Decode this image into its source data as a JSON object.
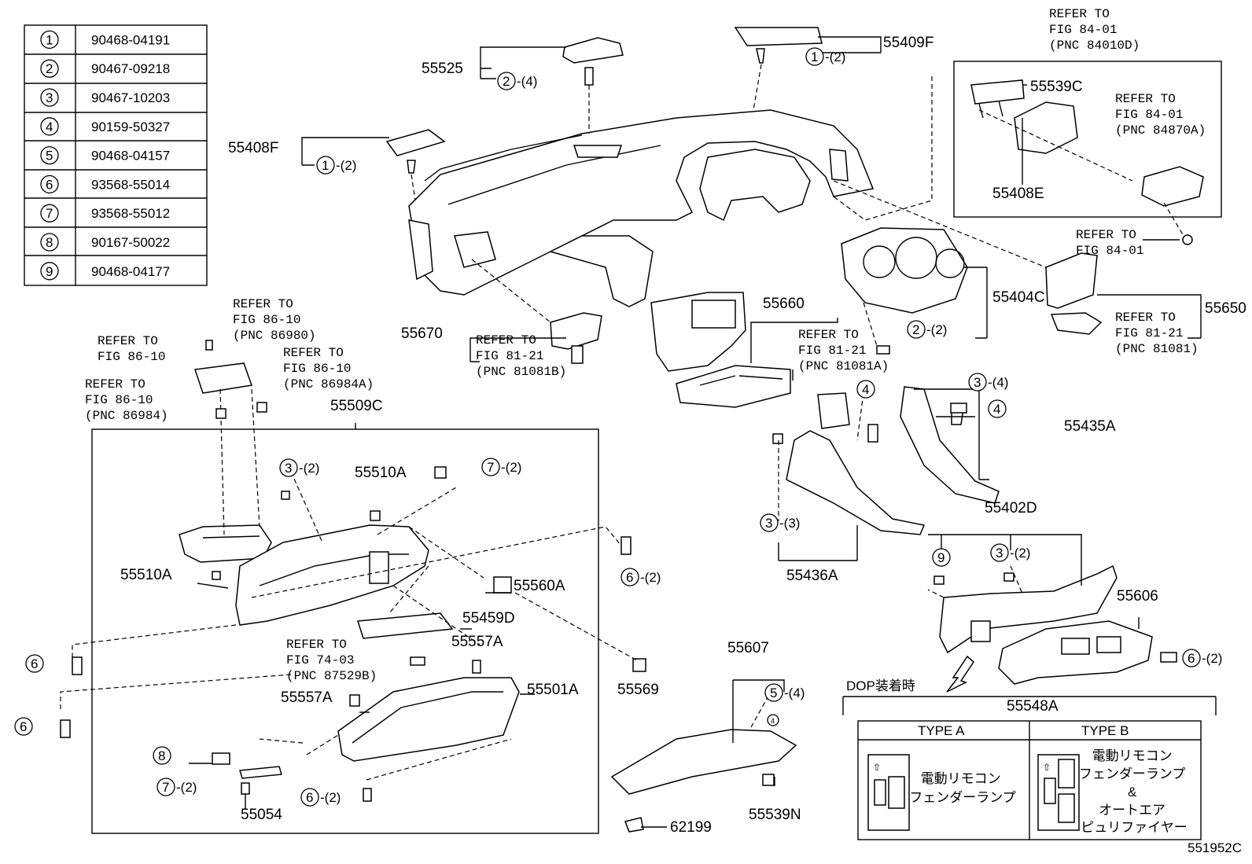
{
  "legend": [
    {
      "num": "1",
      "code": "90468-04191"
    },
    {
      "num": "2",
      "code": "90467-09218"
    },
    {
      "num": "3",
      "code": "90467-10203"
    },
    {
      "num": "4",
      "code": "90159-50327"
    },
    {
      "num": "5",
      "code": "90468-04157"
    },
    {
      "num": "6",
      "code": "93568-55014"
    },
    {
      "num": "7",
      "code": "93568-55012"
    },
    {
      "num": "8",
      "code": "90167-50022"
    },
    {
      "num": "9",
      "code": "90468-04177"
    }
  ],
  "parts": {
    "p55525": "55525",
    "p55409F": "55409F",
    "p55408F": "55408F",
    "p55539C": "55539C",
    "p55408E": "55408E",
    "p55650": "55650",
    "p55404C": "55404C",
    "p55660": "55660",
    "p55670": "55670",
    "p55509C": "55509C",
    "p55510A_a": "55510A",
    "p55510A_b": "55510A",
    "p55560A": "55560A",
    "p55459D": "55459D",
    "p55557A_a": "55557A",
    "p55557A_b": "55557A",
    "p55501A": "55501A",
    "p55054": "55054",
    "p55569": "55569",
    "p55607": "55607",
    "p55539N": "55539N",
    "p62199": "62199",
    "p55436A": "55436A",
    "p55435A": "55435A",
    "p55402D": "55402D",
    "p55606": "55606",
    "p55548A": "55548A"
  },
  "qty": {
    "q1_2a": "-(2)",
    "q2_4": "-(4)",
    "q1_2b": "-(2)",
    "q2_2": "-(2)",
    "q3_4": "-(4)",
    "q3_2a": "-(2)",
    "q7_2a": "-(2)",
    "q6_2a": "-(2)",
    "q3_3": "-(3)",
    "q3_2b": "-(2)",
    "q6_2b": "-(2)",
    "q5_4": "-(4)",
    "q7_2b": "-(2)",
    "q6_2c": "-(2)"
  },
  "refs": {
    "r8401_a": [
      "REFER TO",
      "FIG 84-01",
      "(PNC 84010D)"
    ],
    "r8401_b": [
      "REFER TO",
      "FIG 84-01",
      "(PNC 84870A)"
    ],
    "r8401_c": [
      "REFER TO",
      "FIG 84-01"
    ],
    "r8121_a": [
      "REFER TO",
      "FIG 81-21",
      "(PNC 81081)"
    ],
    "r8121_b": [
      "REFER TO",
      "FIG 81-21",
      "(PNC 81081A)"
    ],
    "r8121_c": [
      "REFER TO",
      "FIG 81-21",
      "(PNC 81081B)"
    ],
    "r8610_a": [
      "REFER TO",
      "FIG 86-10",
      "(PNC 86980)"
    ],
    "r8610_b": [
      "REFER TO",
      "FIG 86-10"
    ],
    "r8610_c": [
      "REFER TO",
      "FIG 86-10",
      "(PNC 86984A)"
    ],
    "r8610_d": [
      "REFER TO",
      "FIG 86-10",
      "(PNC 86984)"
    ],
    "r7403": [
      "REFER TO",
      "FIG 74-03",
      "(PNC 87529B)"
    ]
  },
  "dop": {
    "heading": "DOP装着時",
    "typeA": "TYPE A",
    "typeB": "TYPE B",
    "typeA_desc": [
      "電動リモコン",
      "フェンダーランプ"
    ],
    "typeB_desc": [
      "電動リモコン",
      "フェンダーランプ",
      "&",
      "オートエア",
      "ピュリファイヤー"
    ]
  },
  "figure_id": "551952C"
}
